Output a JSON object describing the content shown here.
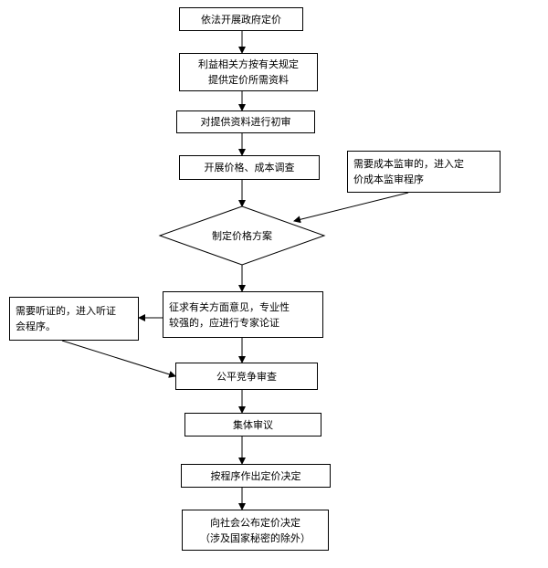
{
  "flowchart": {
    "step1": "依法开展政府定价",
    "step2": "利益相关方按有关规定\n提供定价所需资料",
    "step3": "对提供资料进行初审",
    "step4": "开展价格、成本调查",
    "side_cost": "需要成本监审的，进入定\n价成本监审程序",
    "decision": "制定价格方案",
    "step5": "征求有关方面意见，专业性\n较强的，应进行专家论证",
    "side_hearing": "需要听证的，进入听证\n会程序。",
    "step6": "公平竞争审查",
    "step7": "集体审议",
    "step8": "按程序作出定价决定",
    "step9": "向社会公布定价决定\n（涉及国家秘密的除外）"
  }
}
